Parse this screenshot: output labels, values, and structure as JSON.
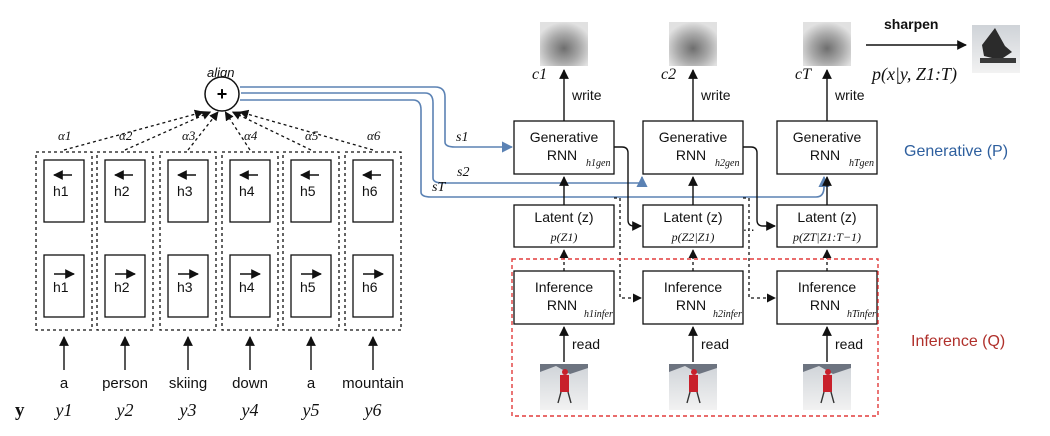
{
  "align_label": "align",
  "plus_symbol": "+",
  "alphas": [
    "α1",
    "α2",
    "α3",
    "α4",
    "α5",
    "α6"
  ],
  "backward_states": [
    "h1",
    "h2",
    "h3",
    "h4",
    "h5",
    "h6"
  ],
  "forward_states": [
    "h1",
    "h2",
    "h3",
    "h4",
    "h5",
    "h6"
  ],
  "words": [
    "a",
    "person",
    "skiing",
    "down",
    "a",
    "mountain"
  ],
  "y_label": "y",
  "y_indices": [
    "y1",
    "y2",
    "y3",
    "y4",
    "y5",
    "y6"
  ],
  "s_labels": [
    "s1",
    "s2",
    "sT"
  ],
  "c_labels": [
    "c1",
    "c2",
    "cT"
  ],
  "write_label": "write",
  "read_label": "read",
  "sharpen_label": "sharpen",
  "posterior_label": "p(x|y, Z1:T)",
  "generative_box": {
    "line1": "Generative",
    "line2": "RNN",
    "subs": [
      "h1gen",
      "h2gen",
      "hTgen"
    ]
  },
  "latent_box": {
    "title": "Latent (z)",
    "probs": [
      "p(Z1)",
      "p(Z2|Z1)",
      "p(ZT|Z1:T−1)"
    ]
  },
  "inference_box": {
    "line1": "Inference",
    "line2": "RNN",
    "subs": [
      "h1infer",
      "h2infer",
      "hTinfer"
    ]
  },
  "ellipsis": "...",
  "generative_legend": "Generative (P)",
  "inference_legend": "Inference (Q)",
  "colors": {
    "generative": "#2e5f9e",
    "inference": "#b0302b",
    "connections": "#5b82b4",
    "dashed_region": "#e23b3b"
  }
}
